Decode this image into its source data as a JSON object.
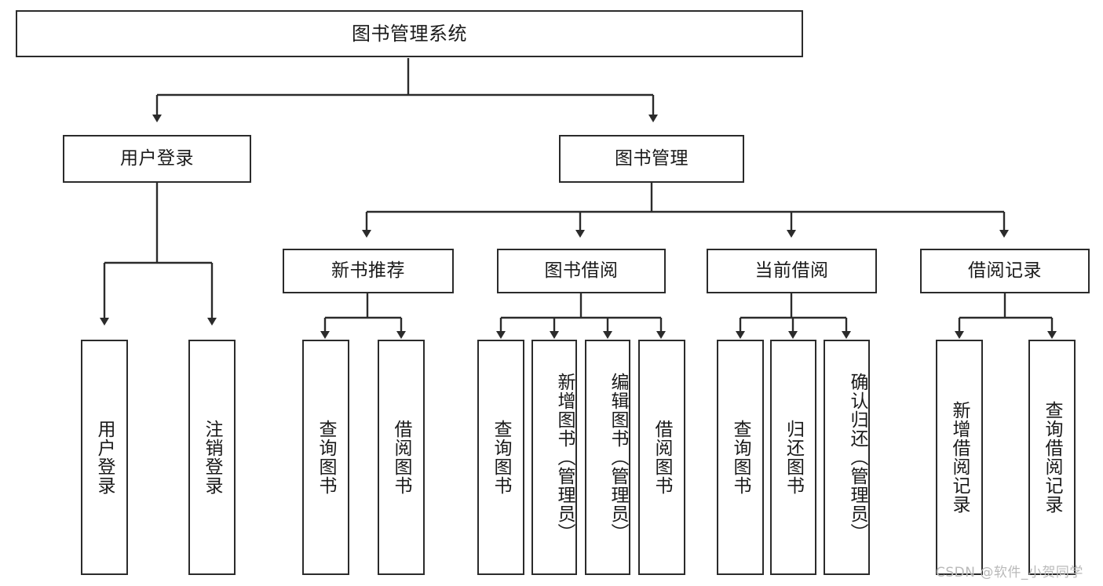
{
  "diagram": {
    "title": "图书管理系统",
    "type": "功能结构图",
    "watermark": "CSDN @软件_小贺同学",
    "colors": {
      "box_border": "#2b2b2b",
      "box_fill": "#ffffff",
      "edge": "#2b2b2b",
      "text": "#1a1a1a",
      "watermark": "#b9b9b9",
      "background": "#ffffff"
    },
    "root": {
      "label": "图书管理系统"
    },
    "level1": [
      {
        "label": "用户登录"
      },
      {
        "label": "图书管理"
      }
    ],
    "level2": [
      {
        "label": "新书推荐"
      },
      {
        "label": "图书借阅"
      },
      {
        "label": "当前借阅"
      },
      {
        "label": "借阅记录"
      }
    ],
    "leaves": {
      "user_login": [
        {
          "label": "用户登录"
        },
        {
          "label": "注销登录"
        }
      ],
      "new_book_recommend": [
        {
          "label": "查询图书"
        },
        {
          "label": "借阅图书"
        }
      ],
      "book_borrow": [
        {
          "label": "查询图书"
        },
        {
          "label": "新增图书（管理员）"
        },
        {
          "label": "编辑图书（管理员）"
        },
        {
          "label": "借阅图书"
        }
      ],
      "current_borrow": [
        {
          "label": "查询图书"
        },
        {
          "label": "归还图书"
        },
        {
          "label": "确认归还（管理员）"
        }
      ],
      "borrow_record": [
        {
          "label": "新增借阅记录"
        },
        {
          "label": "查询借阅记录"
        }
      ]
    }
  }
}
